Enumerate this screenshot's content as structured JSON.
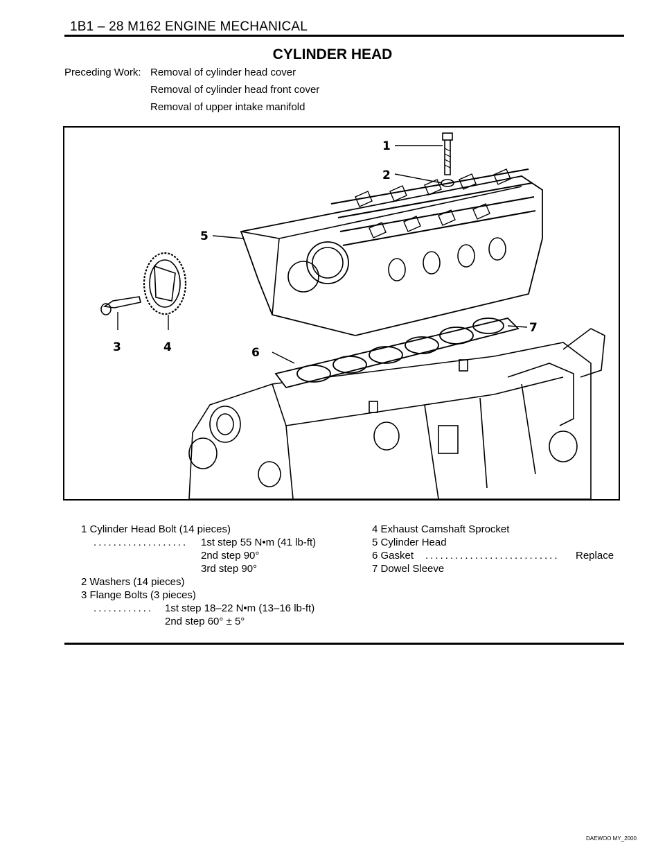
{
  "header": {
    "title": "1B1 – 28  M162 ENGINE MECHANICAL"
  },
  "section": {
    "title": "CYLINDER HEAD"
  },
  "preceding": {
    "label": "Preceding Work:",
    "items": [
      "Removal of cylinder head cover",
      "Removal of cylinder head front cover",
      "Removal of upper intake manifold"
    ]
  },
  "figure": {
    "callouts": [
      "1",
      "2",
      "5",
      "3",
      "4",
      "6",
      "7"
    ]
  },
  "legend": {
    "left": [
      "1  Cylinder Head Bolt (14 pieces)",
      "1st step 55 N•m (41 lb-ft)",
      "2nd step 90°",
      "3rd step 90°",
      "2  Washers (14 pieces)",
      "3  Flange Bolts (3 pieces)",
      "1st step 18–22 N•m (13–16 lb-ft)",
      "2nd step 60° ± 5°"
    ],
    "right": [
      "4  Exhaust Camshaft Sprocket",
      "5  Cylinder Head",
      "6  Gasket",
      "Replace",
      "7  Dowel Sleeve"
    ],
    "leader_dots_long": "...................",
    "leader_dots_short": "............",
    "leader_dots_gasket": "..........................."
  },
  "footer": {
    "code": "DAEWOO MY_2000"
  }
}
